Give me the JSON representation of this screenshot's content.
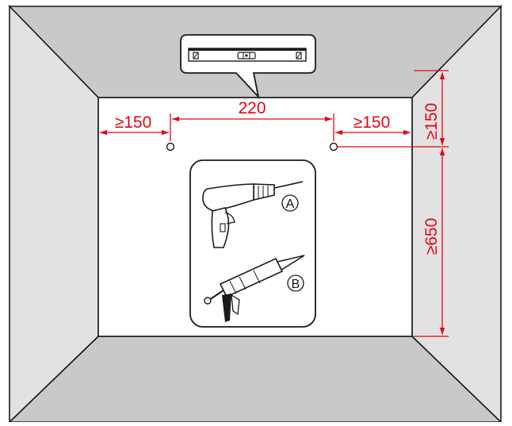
{
  "dimensions": {
    "hole_spacing": "220",
    "left_clearance": "≥150",
    "right_clearance": "≥150",
    "top_clearance": "≥150",
    "floor_clearance": "≥650"
  },
  "tools": {
    "drill_marker": "A",
    "caulk_gun_marker": "B"
  },
  "colors": {
    "dimension": "#e30613",
    "outline": "#1a1a1a",
    "ceiling_floor": "#c9c9c9",
    "side_walls": "#e2e2e2",
    "back_wall": "#ffffff"
  },
  "icons": [
    "spirit-level-icon",
    "drill-icon",
    "caulk-gun-icon"
  ]
}
